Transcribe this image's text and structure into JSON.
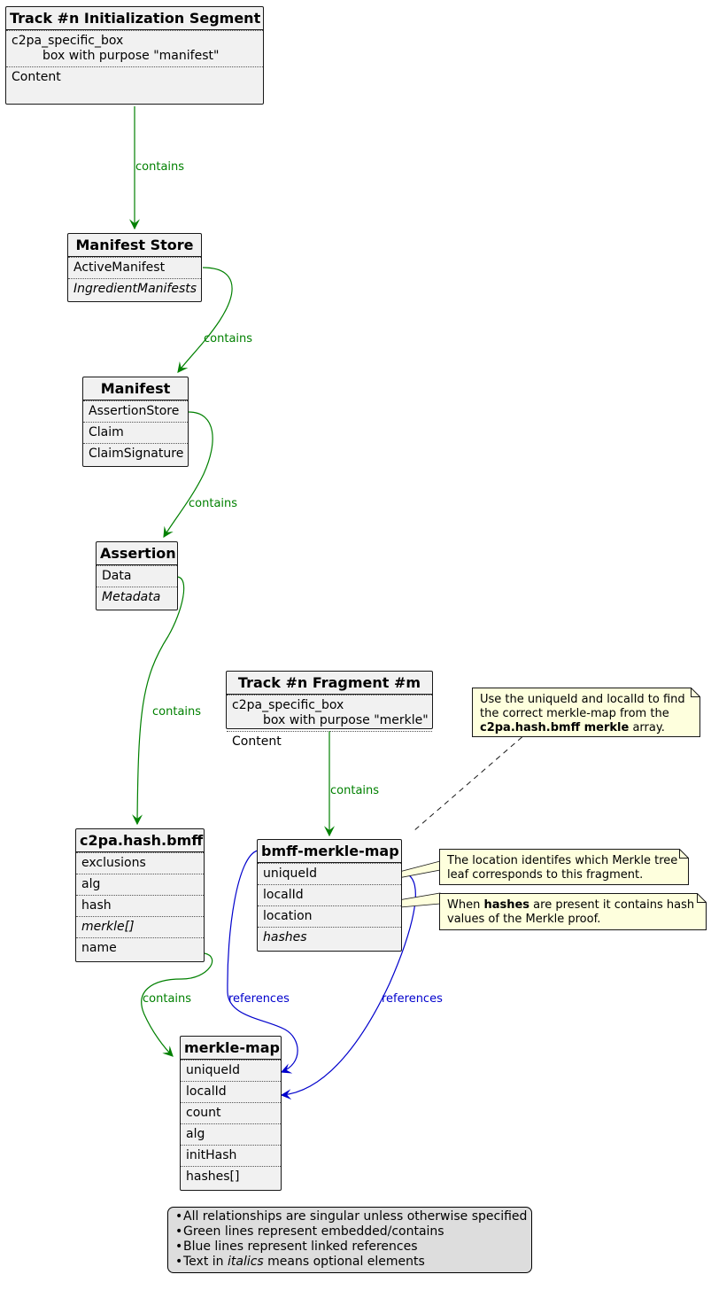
{
  "classes": {
    "init_segment": {
      "title": "Track #n Initialization Segment",
      "f1": "c2pa_specific_box",
      "f1_sub": "box with purpose \"manifest\"",
      "f2": "Content"
    },
    "manifest_store": {
      "title": "Manifest Store",
      "f1": "ActiveManifest",
      "f2": "IngredientManifests"
    },
    "manifest": {
      "title": "Manifest",
      "f1": "AssertionStore",
      "f2": "Claim",
      "f3": "ClaimSignature"
    },
    "assertion": {
      "title": "Assertion",
      "f1": "Data",
      "f2": "Metadata"
    },
    "fragment": {
      "title": "Track #n Fragment #m",
      "f1": "c2pa_specific_box",
      "f1_sub": "box with purpose \"merkle\"",
      "f2": "Content"
    },
    "hash_bmff": {
      "title": "c2pa.hash.bmff",
      "f1": "exclusions",
      "f2": "alg",
      "f3": "hash",
      "f4": "merkle[]",
      "f5": "name"
    },
    "bmff_merkle_map": {
      "title": "bmff-merkle-map",
      "f1": "uniqueId",
      "f2": "localId",
      "f3": "location",
      "f4": "hashes"
    },
    "merkle_map": {
      "title": "merkle-map",
      "f1": "uniqueId",
      "f2": "localId",
      "f3": "count",
      "f4": "alg",
      "f5": "initHash",
      "f6": "hashes[]"
    }
  },
  "edge_labels": {
    "contains": "contains",
    "references": "references"
  },
  "notes": {
    "uniqueid_note": {
      "l1": "Use the uniqueId and localId to find",
      "l2": "the correct merkle-map from the",
      "l3_bold": "c2pa.hash.bmff merkle",
      "l3_rest": " array."
    },
    "location_note": {
      "l1": "The location identifes which Merkle tree",
      "l2": "leaf corresponds to this fragment."
    },
    "hashes_note": {
      "l1_pre": "When ",
      "l1_bold": "hashes",
      "l1_post": " are present it contains hash",
      "l2": "values of the Merkle proof."
    }
  },
  "legend": {
    "item1": "All relationships are singular unless otherwise specified",
    "item2": "Green lines represent embedded/contains",
    "item3": "Blue lines represent linked references",
    "item4_pre": "Text in ",
    "item4_italic": "italics",
    "item4_post": " means optional elements"
  },
  "colors": {
    "contains": "#008000",
    "references": "#0000cc",
    "box_fill": "#f1f1f1",
    "note_fill": "#feffdd",
    "legend_fill": "#dddddd"
  }
}
